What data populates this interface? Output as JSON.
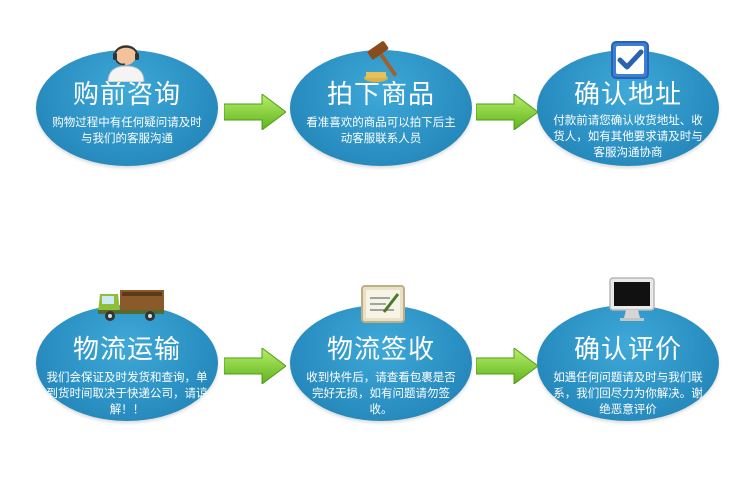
{
  "colors": {
    "circle": "#2a8fc2",
    "arrow": "#7ed321",
    "text": "#ffffff"
  },
  "steps": [
    {
      "title": "购前咨询",
      "desc": "购物过程中有任何疑问请及时与我们的客服沟通",
      "icon": "customer-service-icon"
    },
    {
      "title": "拍下商品",
      "desc": "看准喜欢的商品可以拍下后主动客服联系人员",
      "icon": "auction-gavel-icon"
    },
    {
      "title": "确认地址",
      "desc": "付款前请您确认收货地址、收货人，如有其他要求请及时与客服沟通协商",
      "icon": "checkbox-icon"
    },
    {
      "title": "物流运输",
      "desc": "我们会保证及时发货和查询，单到货时间取决于快递公司，请谅解！！",
      "icon": "truck-icon"
    },
    {
      "title": "物流签收",
      "desc": "收到快件后，请查看包裹是否完好无损，如有问题请勿签收。",
      "icon": "signature-document-icon"
    },
    {
      "title": "确认评价",
      "desc": "如遇任何问题请及时与我们联系，我们回尽力为你解决。谢绝恶意评价",
      "icon": "computer-monitor-icon"
    }
  ]
}
